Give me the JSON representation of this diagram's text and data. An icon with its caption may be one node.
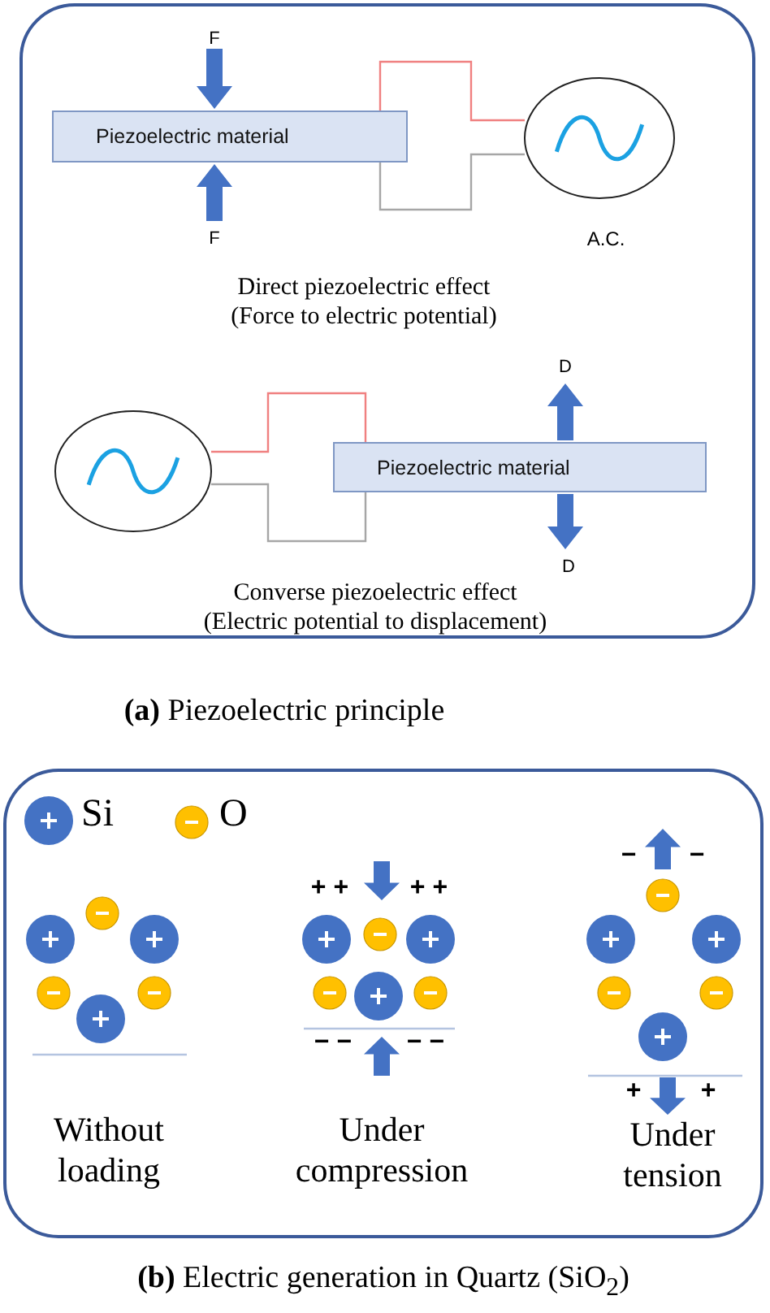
{
  "diagram": {
    "nodes": [
      {
        "text": [],
        "shape": "box"
      },
      {
        "text": [
          "Piezoelectric material"
        ],
        "in": 0
      },
      {
        "text": [],
        "shape": "circle",
        "in": 0,
        "beside": [
          "A.C."
        ]
      },
      {
        "text": [],
        "shape": "circle",
        "in": 0
      },
      {
        "text": [
          "Piezoelectric material"
        ],
        "in": 0
      },
      {
        "text": [],
        "shape": "box"
      }
    ],
    "edges": [
      {
        "from": 1,
        "to": 2,
        "arrow": "none",
        "color": "#f08080"
      },
      {
        "from": 1,
        "to": 2,
        "arrow": "none",
        "color": "#a6a6a6"
      },
      {
        "from": 3,
        "to": 4,
        "arrow": "none",
        "color": "#f08080"
      },
      {
        "from": 3,
        "to": 4,
        "arrow": "none",
        "color": "#a6a6a6"
      }
    ],
    "labels": [
      "F",
      "F",
      "Direct piezoelectric effect (Force to electric potential)",
      "D",
      "D",
      "Converse piezoelectric effect (Electric potential to displacement)",
      "**(a)** Piezoelectric principle",
      "−",
      "−",
      "+ +",
      "+ +",
      "− −",
      "− −",
      "+",
      "+",
      "Without loading",
      "Under compression",
      "Under tension",
      "**(b)** Electric generation in Quartz (SiO$_{2}$)"
    ],
    "legend": [
      {
        "text": "Si",
        "color": "#4472c4"
      },
      {
        "text": "O",
        "color": "#ffc000"
      }
    ]
  }
}
